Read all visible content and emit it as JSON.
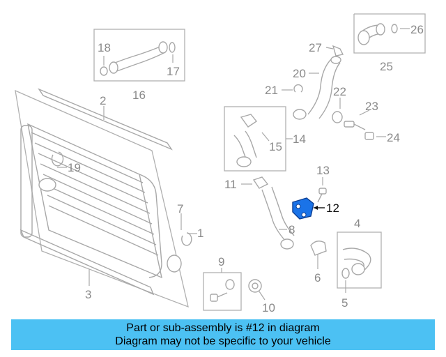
{
  "labels": {
    "l1": "1",
    "l2": "2",
    "l3": "3",
    "l4": "4",
    "l5": "5",
    "l6": "6",
    "l7": "7",
    "l8": "8",
    "l9": "9",
    "l10": "10",
    "l11": "11",
    "l12": "12",
    "l13": "13",
    "l14": "14",
    "l15": "15",
    "l16": "16",
    "l17": "17",
    "l18": "18",
    "l19": "19",
    "l20": "20",
    "l21": "21",
    "l22": "22",
    "l23": "23",
    "l24": "24",
    "l25": "25",
    "l26": "26",
    "l27": "27"
  },
  "highlight_part": "12",
  "colors": {
    "banner_bg": "#4cc1f3",
    "highlight": "#1a73e8",
    "line": "#a8a8a8"
  },
  "banner": {
    "line1": "Part or sub-assembly is #12 in diagram",
    "line2": "Diagram may not be specific to your vehicle"
  }
}
